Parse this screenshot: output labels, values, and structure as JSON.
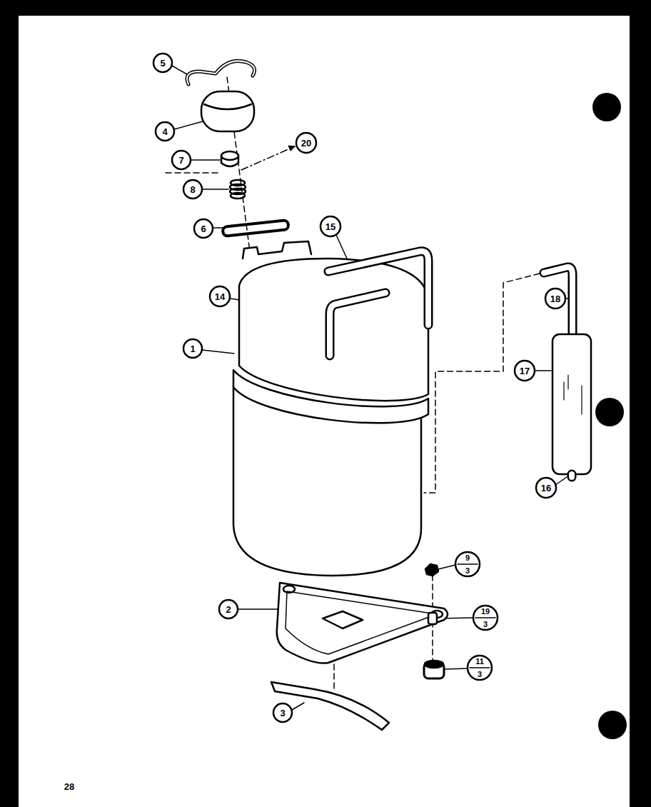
{
  "diagram": {
    "labels": [
      "5",
      "4",
      "7",
      "20",
      "8",
      "6",
      "15",
      "14",
      "1",
      "18",
      "17",
      "16",
      "2",
      "9",
      "3",
      "19",
      "3",
      "11",
      "3",
      "3",
      "28"
    ]
  }
}
